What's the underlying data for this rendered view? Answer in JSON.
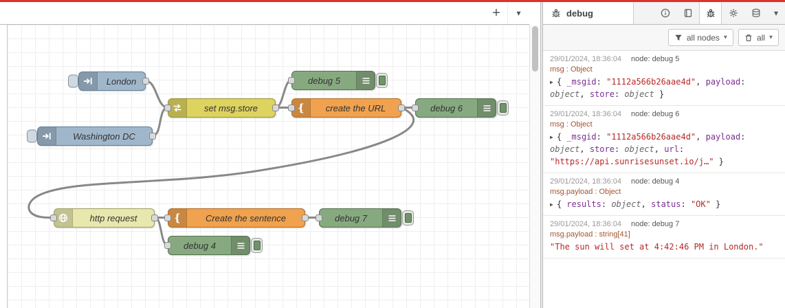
{
  "palette": {
    "top_bar_red": "#d9342b",
    "inject_node": "#a0b7cb",
    "change_node": "#ddd35f",
    "function_node": "#f0a24e",
    "debug_node": "#87a980",
    "http_request_node": "#e7e7ae",
    "wire": "#888888",
    "json_key": "#792e90",
    "json_string": "#b72828",
    "property_rust": "#a5542f"
  },
  "workspace": {
    "add_flow_label": "+",
    "flow_menu_caret": "▾"
  },
  "canvas": {
    "nodes": {
      "london": {
        "label": "London"
      },
      "washington": {
        "label": "Washington DC"
      },
      "set_store": {
        "label": "set msg.store"
      },
      "create_url": {
        "label": "create the URL"
      },
      "debug5": {
        "label": "debug 5"
      },
      "debug6": {
        "label": "debug 6"
      },
      "http_request": {
        "label": "http request"
      },
      "create_sentence": {
        "label": "Create the sentence"
      },
      "debug7": {
        "label": "debug 7"
      },
      "debug4": {
        "label": "debug 4"
      }
    }
  },
  "sidebar": {
    "tab": {
      "label": "debug"
    },
    "tab_menu_caret": "▾",
    "filters": {
      "nodes_label": "all nodes",
      "nodes_caret": "▾",
      "clear_label": "all",
      "clear_caret": "▾"
    },
    "messages": [
      {
        "timestamp": "29/01/2024, 18:36:04",
        "source": "node: debug 5",
        "property": "msg : Object",
        "body": [
          {
            "type": "caret",
            "text": "▶"
          },
          {
            "type": "punct",
            "text": "{ "
          },
          {
            "type": "key",
            "text": "_msgid"
          },
          {
            "type": "punct",
            "text": ": "
          },
          {
            "type": "string",
            "text": "\"1112a566b26aae4d\""
          },
          {
            "type": "punct",
            "text": ", "
          },
          {
            "type": "key",
            "text": "payload"
          },
          {
            "type": "punct",
            "text": ": "
          },
          {
            "type": "objtype",
            "text": "object"
          },
          {
            "type": "punct",
            "text": ", "
          },
          {
            "type": "key",
            "text": "store"
          },
          {
            "type": "punct",
            "text": ": "
          },
          {
            "type": "objtype",
            "text": "object"
          },
          {
            "type": "punct",
            "text": " }"
          }
        ]
      },
      {
        "timestamp": "29/01/2024, 18:36:04",
        "source": "node: debug 6",
        "property": "msg : Object",
        "body": [
          {
            "type": "caret",
            "text": "▶"
          },
          {
            "type": "punct",
            "text": "{ "
          },
          {
            "type": "key",
            "text": "_msgid"
          },
          {
            "type": "punct",
            "text": ": "
          },
          {
            "type": "string",
            "text": "\"1112a566b26aae4d\""
          },
          {
            "type": "punct",
            "text": ", "
          },
          {
            "type": "key",
            "text": "payload"
          },
          {
            "type": "punct",
            "text": ": "
          },
          {
            "type": "objtype",
            "text": "object"
          },
          {
            "type": "punct",
            "text": ", "
          },
          {
            "type": "key",
            "text": "store"
          },
          {
            "type": "punct",
            "text": ": "
          },
          {
            "type": "objtype",
            "text": "object"
          },
          {
            "type": "punct",
            "text": ", "
          },
          {
            "type": "key",
            "text": "url"
          },
          {
            "type": "punct",
            "text": ": "
          },
          {
            "type": "string",
            "text": "\"https://api.sunrisesunset.io/j…\""
          },
          {
            "type": "punct",
            "text": " }"
          }
        ]
      },
      {
        "timestamp": "29/01/2024, 18:36:04",
        "source": "node: debug 4",
        "property": "msg.payload : Object",
        "body": [
          {
            "type": "caret",
            "text": "▶"
          },
          {
            "type": "punct",
            "text": "{ "
          },
          {
            "type": "key",
            "text": "results"
          },
          {
            "type": "punct",
            "text": ": "
          },
          {
            "type": "objtype",
            "text": "object"
          },
          {
            "type": "punct",
            "text": ", "
          },
          {
            "type": "key",
            "text": "status"
          },
          {
            "type": "punct",
            "text": ": "
          },
          {
            "type": "string",
            "text": "\"OK\""
          },
          {
            "type": "punct",
            "text": " }"
          }
        ]
      },
      {
        "timestamp": "29/01/2024, 18:36:04",
        "source": "node: debug 7",
        "property": "msg.payload : string[41]",
        "body": [
          {
            "type": "string",
            "text": "\"The sun will set at 4:42:46 PM in London.\""
          }
        ]
      }
    ]
  }
}
